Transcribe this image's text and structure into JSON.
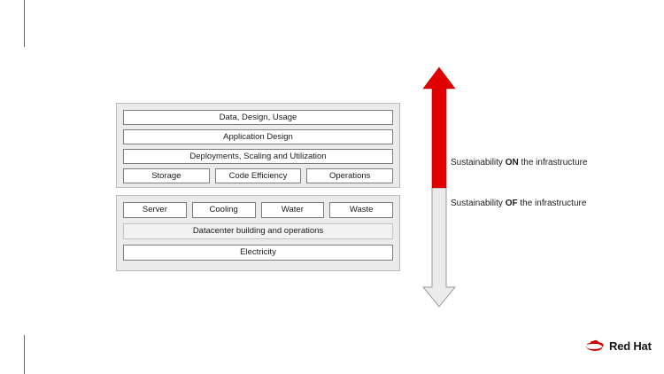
{
  "slide": {
    "background_color": "#ffffff",
    "accent_rule_color": "#a34a5a"
  },
  "stacks": [
    {
      "id": "sustainability-on",
      "caption_prefix": "Sustainability ",
      "caption_emphasis": "ON",
      "caption_suffix": " the infrastructure",
      "rows": [
        {
          "cells": [
            {
              "label": "Data, Design, Usage",
              "style": "plain"
            }
          ]
        },
        {
          "cells": [
            {
              "label": "Application Design",
              "style": "plain"
            }
          ]
        },
        {
          "cells": [
            {
              "label": "Deployments, Scaling and Utilization",
              "style": "plain"
            }
          ]
        },
        {
          "cells": [
            {
              "label": "Storage",
              "style": "plain"
            },
            {
              "label": "Code Efficiency",
              "style": "plain"
            },
            {
              "label": "Operations",
              "style": "plain"
            }
          ]
        }
      ]
    },
    {
      "id": "sustainability-of",
      "caption_prefix": "Sustainability ",
      "caption_emphasis": "OF",
      "caption_suffix": " the infrastructure",
      "rows": [
        {
          "cells": [
            {
              "label": "Server",
              "style": "plain"
            },
            {
              "label": "Cooling",
              "style": "plain"
            },
            {
              "label": "Water",
              "style": "plain"
            },
            {
              "label": "Waste",
              "style": "plain"
            }
          ]
        },
        {
          "cells": [
            {
              "label": "Datacenter building and operations",
              "style": "soft"
            }
          ]
        },
        {
          "cells": [
            {
              "label": "Electricity",
              "style": "plain"
            }
          ]
        }
      ]
    }
  ],
  "arrows": {
    "up": {
      "icon": "arrow-up-icon",
      "direction": "up",
      "color": "#e00000",
      "meaning": "Sustainability ON the infrastructure"
    },
    "down": {
      "icon": "arrow-down-icon",
      "direction": "down",
      "color": "#ebebeb",
      "border_color": "#9a9a9a",
      "meaning": "Sustainability OF the infrastructure"
    }
  },
  "brand": {
    "name": "Red Hat",
    "logo_icon": "red-hat-fedora-icon",
    "logo_color": "#cc0000",
    "text_color": "#151515"
  }
}
